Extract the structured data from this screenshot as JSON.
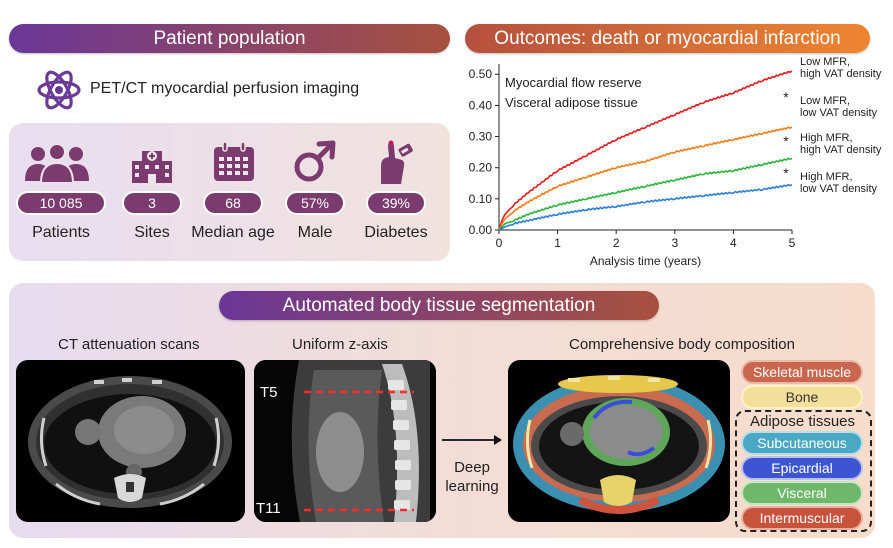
{
  "population": {
    "header": "Patient population",
    "imaging": "PET/CT myocardial perfusion imaging",
    "stats": [
      {
        "value": "10 085",
        "label": "Patients",
        "icon": "people-icon"
      },
      {
        "value": "3",
        "label": "Sites",
        "icon": "hospital-icon"
      },
      {
        "value": "68",
        "label": "Median age",
        "icon": "calendar-icon"
      },
      {
        "value": "57%",
        "label": "Male",
        "icon": "male-symbol-icon"
      },
      {
        "value": "39%",
        "label": "Diabetes",
        "icon": "glucose-test-icon"
      }
    ]
  },
  "outcomes": {
    "header": "Outcomes: death or myocardial infarction",
    "chart_data": {
      "type": "line",
      "xlabel": "Analysis time (years)",
      "ylabel": "",
      "xlim": [
        0,
        5
      ],
      "ylim": [
        0,
        0.52
      ],
      "xticks": [
        "0",
        "1",
        "2",
        "3",
        "4",
        "5"
      ],
      "yticks": [
        "0.00",
        "0.10",
        "0.20",
        "0.30",
        "0.40",
        "0.50"
      ],
      "legend_title_lines": [
        "Myocardial flow reserve",
        "Visceral adipose tissue"
      ],
      "series": [
        {
          "name": "Low MFR, high VAT density",
          "color": "#e31a1c",
          "x": [
            0,
            0.05,
            0.1,
            0.25,
            0.5,
            1,
            1.5,
            2,
            2.5,
            3,
            3.5,
            4,
            4.5,
            5
          ],
          "y": [
            0,
            0.03,
            0.05,
            0.08,
            0.12,
            0.19,
            0.24,
            0.29,
            0.33,
            0.37,
            0.41,
            0.44,
            0.48,
            0.51
          ]
        },
        {
          "name": "Low MFR, low VAT density",
          "color": "#f07d1a",
          "x": [
            0,
            0.05,
            0.1,
            0.25,
            0.5,
            1,
            1.5,
            2,
            2.5,
            3,
            3.5,
            4,
            4.5,
            5
          ],
          "y": [
            0,
            0.02,
            0.035,
            0.06,
            0.09,
            0.14,
            0.17,
            0.2,
            0.22,
            0.25,
            0.27,
            0.29,
            0.31,
            0.33
          ]
        },
        {
          "name": "High MFR, high VAT density",
          "color": "#2ab33a",
          "x": [
            0,
            0.05,
            0.1,
            0.25,
            0.5,
            1,
            1.5,
            2,
            2.5,
            3,
            3.5,
            4,
            4.5,
            5
          ],
          "y": [
            0,
            0.01,
            0.02,
            0.03,
            0.05,
            0.08,
            0.1,
            0.12,
            0.14,
            0.16,
            0.18,
            0.19,
            0.21,
            0.23
          ]
        },
        {
          "name": "High MFR, low VAT density",
          "color": "#2b7ed0",
          "x": [
            0,
            0.05,
            0.1,
            0.25,
            0.5,
            1,
            1.5,
            2,
            2.5,
            3,
            3.5,
            4,
            4.5,
            5
          ],
          "y": [
            0,
            0.005,
            0.01,
            0.02,
            0.03,
            0.05,
            0.065,
            0.075,
            0.09,
            0.1,
            0.11,
            0.12,
            0.13,
            0.145
          ]
        }
      ],
      "series_labels": [
        [
          "Low MFR,",
          "high VAT density"
        ],
        [
          "Low MFR,",
          "low VAT density"
        ],
        [
          "High MFR,",
          "high VAT density"
        ],
        [
          "High MFR,",
          "low VAT density"
        ]
      ],
      "significance_marks": [
        "*",
        "*",
        "*"
      ]
    }
  },
  "segmentation": {
    "header": "Automated body tissue segmentation",
    "ct_caption": "CT attenuation scans",
    "z_caption": "Uniform z-axis",
    "z_top_label": "T5",
    "z_bottom_label": "T11",
    "arrow_label_lines": [
      "Deep",
      "learning"
    ],
    "composition_caption": "Comprehensive body composition",
    "legend": {
      "skeletal_muscle": "Skeletal muscle",
      "bone": "Bone",
      "adipose_title": "Adipose tissues",
      "subcutaneous": "Subcutaneous",
      "epicardial": "Epicardial",
      "visceral": "Visceral",
      "intermuscular": "Intermuscular"
    }
  },
  "colors": {
    "purple": "#6a3a97",
    "rust": "#b7543c",
    "orange": "#ec7d2c",
    "stat_pill": "#7b3b6e"
  }
}
